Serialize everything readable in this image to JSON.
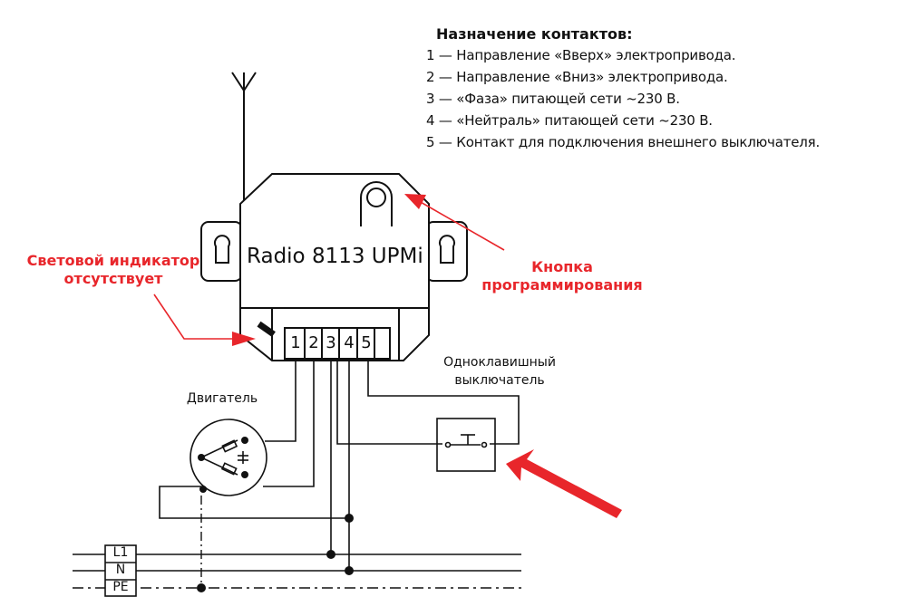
{
  "legend": {
    "title": "Назначение контактов:",
    "items": [
      "1 — Направление «Вверх» электропривода.",
      "2 — Направление «Вниз» электропривода.",
      "3 — «Фаза» питающей сети ~230 В.",
      "4 — «Нейтраль» питающей сети ~230 В.",
      "5 — Контакт для подключения внешнего выключателя."
    ]
  },
  "device": {
    "label": "Radio 8113 UPMi",
    "terminals": [
      "1",
      "2",
      "3",
      "4",
      "5"
    ]
  },
  "callouts": {
    "indicator": [
      "Световой индикатор",
      "отсутствует"
    ],
    "button": [
      "Кнопка",
      "программирования"
    ],
    "switch": [
      "Одноклавишный",
      "выключатель"
    ],
    "motor": "Двигатель"
  },
  "bus": {
    "l1": "L1",
    "n": "N",
    "pe": "PE"
  },
  "colors": {
    "accent": "#e8262b",
    "line": "#111111"
  }
}
